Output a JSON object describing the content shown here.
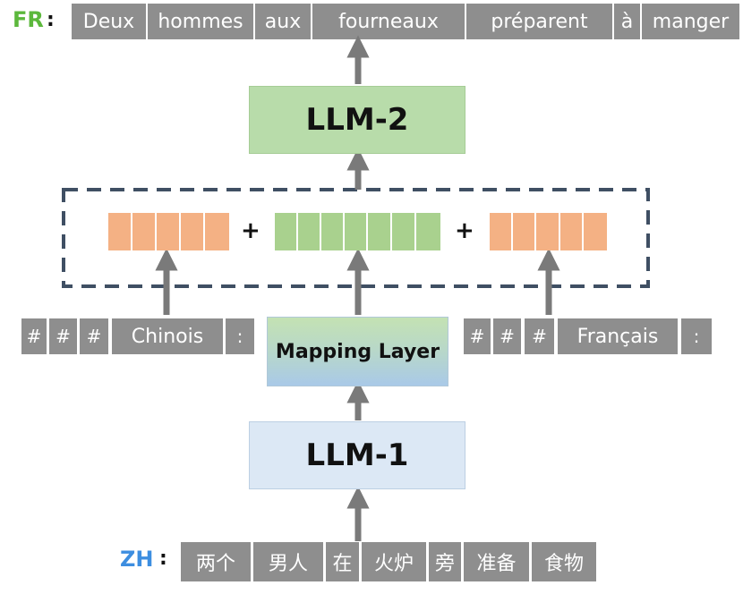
{
  "fr_label": "FR",
  "zh_label": "ZH",
  "colon": ":",
  "fr_tokens": [
    "Deux",
    "hommes",
    "aux",
    "fourneaux",
    "préparent",
    "à",
    "manger"
  ],
  "zh_tokens": [
    "两个",
    "男人",
    "在",
    "火炉",
    "旁",
    "准备",
    "食物"
  ],
  "src_prompt_tokens": [
    "#",
    "#",
    "#",
    "Chinois",
    ":"
  ],
  "tgt_prompt_tokens": [
    "#",
    "#",
    "#",
    "Français",
    ":"
  ],
  "llm2_label": "LLM-2",
  "llm1_label": "LLM-1",
  "mapping_label": "Mapping Layer",
  "plus_signs": [
    "+",
    "+"
  ],
  "colors": {
    "token_bg": "#8e8e8e",
    "fr_label": "#5cb83c",
    "zh_label": "#3d8ee0",
    "llm2_bg": "#b8dcaa",
    "llm1_bg": "#dce8f5",
    "mapping_top": "#c4e2b3",
    "mapping_bottom": "#a9c9e8",
    "orange_cell": "#f4b184",
    "green_cell": "#a9d18e",
    "arrow": "#7a7a7a",
    "dashed_border": "#3f4f63"
  }
}
